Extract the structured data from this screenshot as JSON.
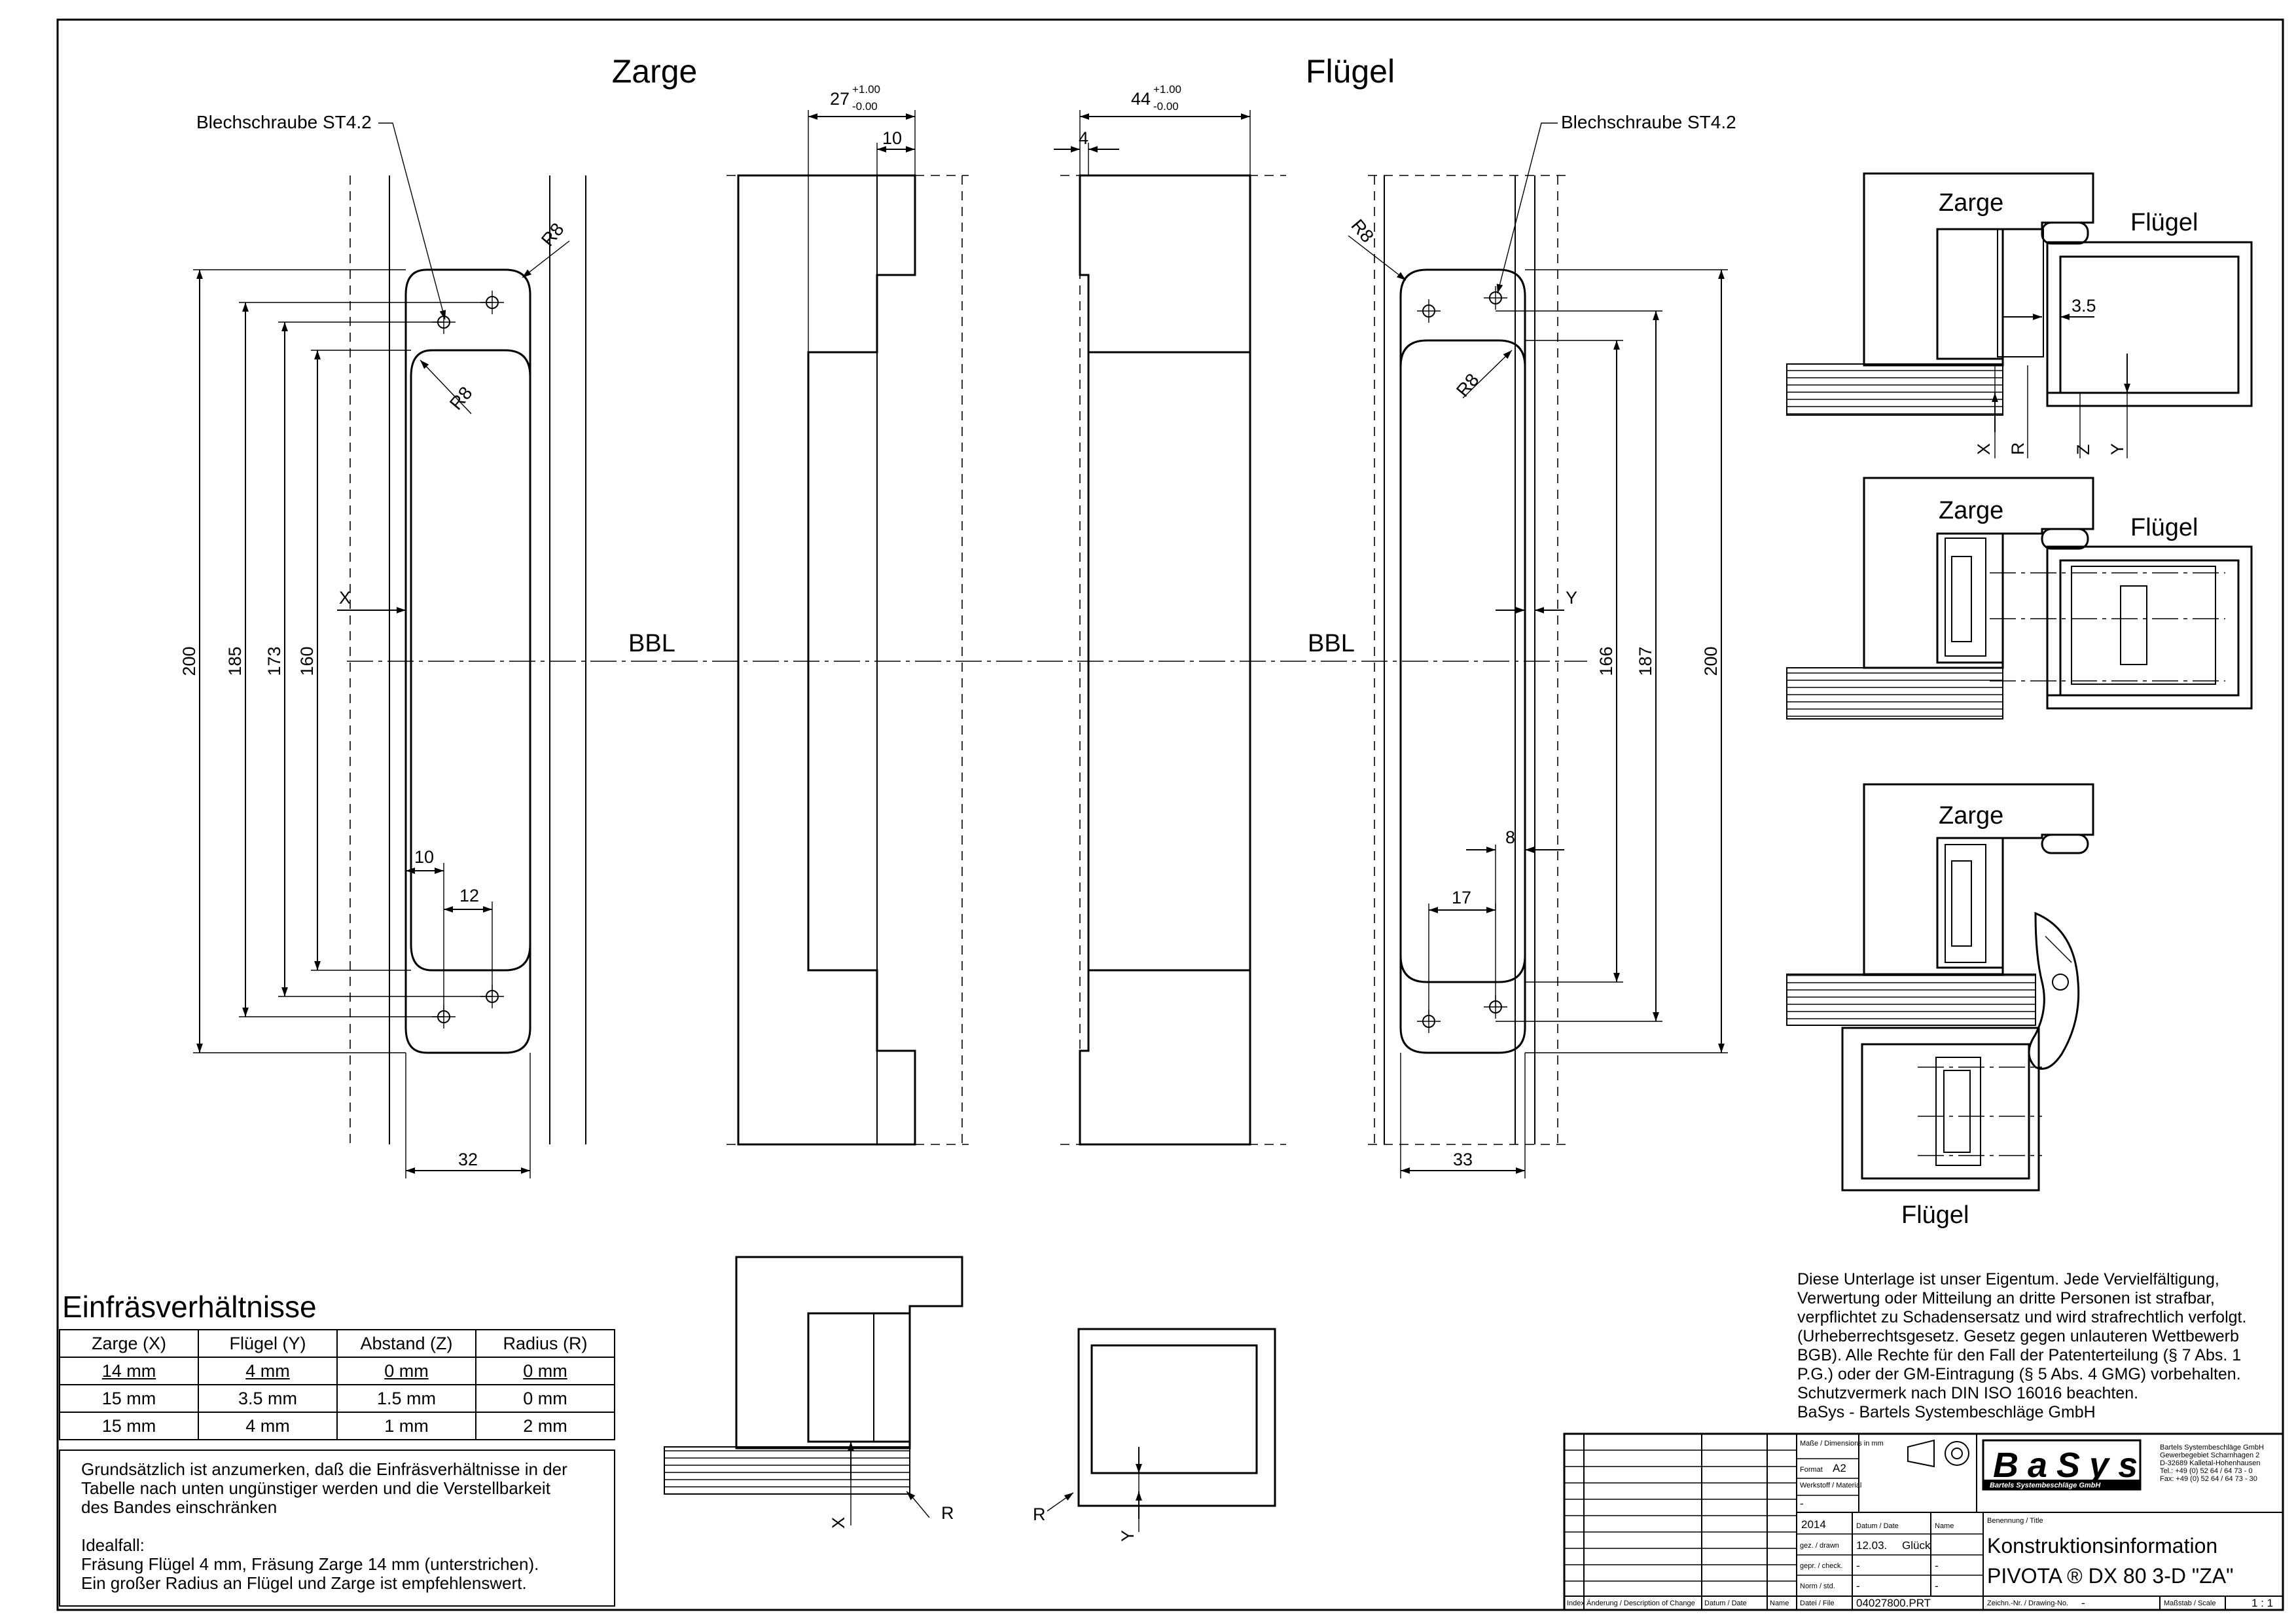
{
  "headings": {
    "zarge": "Zarge",
    "fluegel": "Flügel",
    "bbl": "BBL"
  },
  "callouts": {
    "screw": "Blechschraube ST4.2",
    "radius": "R8",
    "x": "X",
    "y": "Y",
    "r": "R",
    "z": "Z"
  },
  "dimensions": {
    "zarge_plate": {
      "overall": "200",
      "hole_span": "185",
      "pocket_outer": "173",
      "pocket_inner": "160",
      "hole_offset": "10",
      "hole_spacing": "12",
      "width": "32"
    },
    "fluegel_plate": {
      "pocket": "166",
      "hole_span": "187",
      "overall": "200",
      "hole_offset": "8",
      "hole_spacing": "17",
      "width": "33"
    },
    "zarge_section": {
      "depth": "27",
      "tol_plus": "+1.00",
      "tol_minus": "-0.00",
      "lip": "10"
    },
    "fluegel_section": {
      "depth": "44",
      "tol_plus": "+1.00",
      "tol_minus": "-0.00",
      "lip": "4"
    },
    "detail_gap": "3.5"
  },
  "milling_table": {
    "title": "Einfräsverhältnisse",
    "headers": [
      "Zarge (X)",
      "Flügel (Y)",
      "Abstand (Z)",
      "Radius (R)"
    ],
    "rows": [
      [
        "14 mm",
        "4 mm",
        "0 mm",
        "0 mm"
      ],
      [
        "15 mm",
        "3.5 mm",
        "1.5 mm",
        "0 mm"
      ],
      [
        "15 mm",
        "4 mm",
        "1 mm",
        "2 mm"
      ]
    ]
  },
  "notes": {
    "general": [
      "Grundsätzlich ist anzumerken, daß die Einfräsverhältnisse in der",
      "Tabelle nach unten ungünstiger werden und die Verstellbarkeit",
      "des Bandes einschränken"
    ],
    "ideal_heading": "Idealfall:",
    "ideal": [
      "Fräsung Flügel 4 mm, Fräsung Zarge 14 mm (unterstrichen).",
      "Ein großer Radius an Flügel und Zarge ist empfehlenswert."
    ]
  },
  "copyright": [
    "Diese Unterlage ist unser Eigentum. Jede Vervielfältigung,",
    "Verwertung oder Mitteilung an dritte Personen ist strafbar,",
    "verpflichtet zu Schadensersatz und wird strafrechtlich verfolgt.",
    "(Urheberrechtsgesetz. Gesetz gegen unlauteren Wettbewerb",
    "BGB). Alle Rechte für den Fall der Patenterteilung (§ 7 Abs. 1",
    "P.G.) oder der GM-Eintragung (§ 5 Abs. 4 GMG) vorbehalten.",
    "Schutzvermerk nach DIN ISO 16016 beachten.",
    "BaSys - Bartels Systembeschläge GmbH"
  ],
  "title_block": {
    "dims_label": "Maße / Dimensions in mm",
    "format_label": "Format",
    "format": "A2",
    "material_label": "Werkstoff / Material",
    "material": "-",
    "year": "2014",
    "date_label": "Datum / Date",
    "name_label": "Name",
    "drawn_label": "gez. / drawn",
    "drawn_date": "12.03.",
    "drawn_name": "Glück",
    "checked_label": "gepr. / check.",
    "checked_date": "-",
    "checked_name": "-",
    "norm_label": "Norm / std.",
    "norm_date": "-",
    "norm_name": "-",
    "logo": "BaSys",
    "logo_sub": "Bartels Systembeschläge GmbH",
    "company": [
      "Bartels Systembeschläge GmbH",
      "Gewerbegebiet Scharnhagen 2",
      "D-32689 Kalletal-Hohenhausen",
      "Tel.:   +49 (0) 52 64 / 64 73 - 0",
      "Fax:   +49 (0) 52 64 / 64 73 - 30"
    ],
    "title_label": "Benennung / Title",
    "title_line1": "Konstruktionsinformation",
    "title_line2": "PIVOTA ® DX 80 3-D \"ZA\"",
    "revision_labels": [
      "Index",
      "Änderung / Description of Change",
      "Datum / Date",
      "Name"
    ],
    "file_label": "Datei / File",
    "file": "04027800.PRT",
    "drawing_no_label": "Zeichn.-Nr. / Drawing-No.",
    "drawing_no": "-",
    "scale_label": "Maßstab / Scale",
    "scale": "1 : 1"
  },
  "colors": {
    "ink": "#000000",
    "paper": "#ffffff"
  }
}
